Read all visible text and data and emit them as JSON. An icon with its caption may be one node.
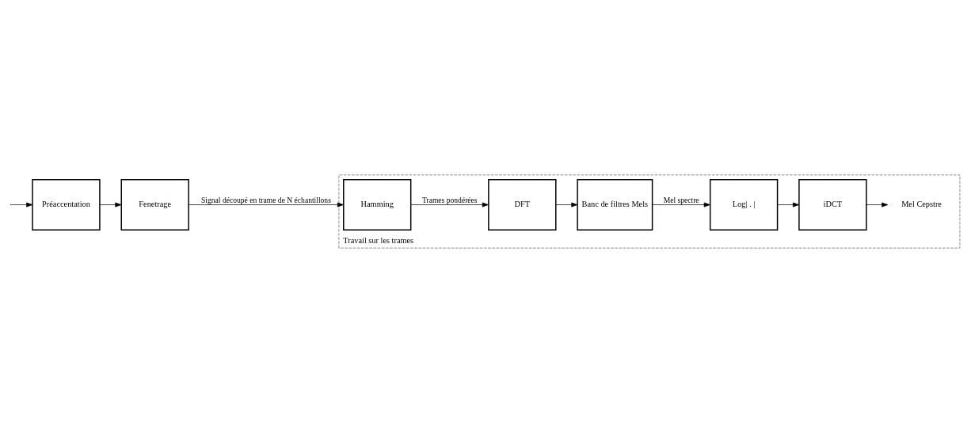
{
  "diagram": {
    "nodes": [
      {
        "text": [
          "Travail sur les trames"
        ]
      },
      {
        "text": [
          "Préaccentation"
        ]
      },
      {
        "text": [
          "Fenetrage"
        ]
      },
      {
        "text": [
          "Hamming"
        ],
        "in": 0
      },
      {
        "text": [
          "DFT"
        ],
        "in": 0
      },
      {
        "text": [
          "Banc de filtres Mels"
        ],
        "in": 0
      },
      {
        "text": [
          "Log| . |"
        ],
        "in": 0
      },
      {
        "text": [
          "iDCT"
        ],
        "in": 0
      },
      {
        "text": [
          "Mel Cepstre"
        ],
        "in": 0
      }
    ],
    "edges": [
      {
        "from": null,
        "to": 1,
        "arrow": "to"
      },
      {
        "from": 1,
        "to": 2,
        "arrow": "to"
      },
      {
        "from": 2,
        "to": 3,
        "arrow": "to",
        "label": "Signal découpé en trame de N échantillons"
      },
      {
        "from": 3,
        "to": 4,
        "arrow": "to",
        "label": "Trames pondérées"
      },
      {
        "from": 4,
        "to": 5,
        "arrow": "to"
      },
      {
        "from": 5,
        "to": 6,
        "arrow": "to",
        "label": "Mel spectre"
      },
      {
        "from": 6,
        "to": 7,
        "arrow": "to"
      },
      {
        "from": 7,
        "to": 8,
        "arrow": "to"
      }
    ]
  }
}
